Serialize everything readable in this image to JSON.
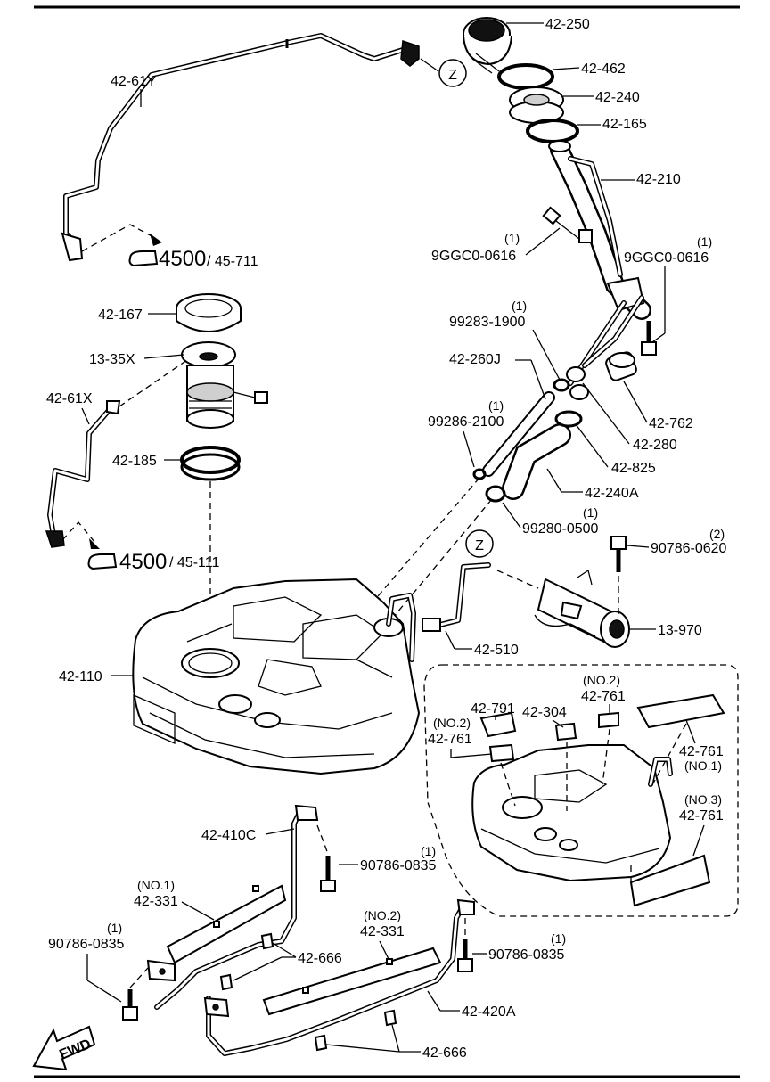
{
  "diagram": {
    "labels": {
      "p42_250": "42-250",
      "p42_462": "42-462",
      "p42_240": "42-240",
      "p42_165": "42-165",
      "p42_210": "42-210",
      "p42_61Y": "42-61Y",
      "z_marker": "Z",
      "ref1_main": "4500",
      "ref1_sub": "/ 45-711",
      "qty_bolt_a": "(1)",
      "bolt_a": "9GGC0-0616",
      "qty_bolt_b": "(1)",
      "bolt_b": "9GGC0-0616",
      "p42_167": "42-167",
      "p13_35X": "13-35X",
      "p42_61X": "42-61X",
      "p42_185": "42-185",
      "ref2_main": "4500",
      "ref2_sub": "/ 45-111",
      "qty_99283": "(1)",
      "p99283": "99283-1900",
      "p42_260J": "42-260J",
      "qty_99286": "(1)",
      "p99286": "99286-2100",
      "p42_762": "42-762",
      "p42_280": "42-280",
      "p42_825": "42-825",
      "p42_240A": "42-240A",
      "qty_99280": "(1)",
      "p99280": "99280-0500",
      "z_marker2": "Z",
      "qty_90786_620": "(2)",
      "p90786_620": "90786-0620",
      "p13_970": "13-970",
      "p42_510": "42-510",
      "p42_110": "42-110",
      "p42_791": "42-791",
      "no2_a": "(NO.2)",
      "p42_761_a": "42-761",
      "p42_304": "42-304",
      "no2_b": "(NO.2)",
      "p42_761_b": "42-761",
      "p42_761_c": "42-761",
      "no1_c": "(NO.1)",
      "no3_d": "(NO.3)",
      "p42_761_d": "42-761",
      "p42_410C": "42-410C",
      "qty_90786_835a": "(1)",
      "p90786_835a": "90786-0835",
      "no1_e": "(NO.1)",
      "p42_331_a": "42-331",
      "qty_90786_835b": "(1)",
      "p90786_835b": "90786-0835",
      "no2_f": "(NO.2)",
      "p42_331_b": "42-331",
      "p42_666_a": "42-666",
      "qty_90786_835c": "(1)",
      "p90786_835c": "90786-0835",
      "p42_420A": "42-420A",
      "p42_666_b": "42-666",
      "fwd": "FWD"
    }
  }
}
